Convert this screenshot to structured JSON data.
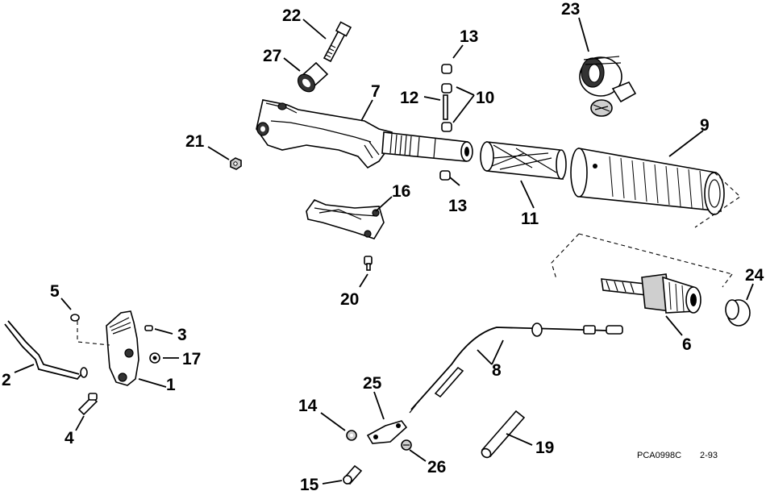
{
  "callouts": {
    "p1": "1",
    "p2": "2",
    "p3": "3",
    "p4": "4",
    "p5": "5",
    "p6": "6",
    "p7": "7",
    "p8": "8",
    "p9": "9",
    "p10": "10",
    "p11": "11",
    "p12": "12",
    "p13a": "13",
    "p13b": "13",
    "p14": "14",
    "p15": "15",
    "p16": "16",
    "p17": "17",
    "p19": "19",
    "p20": "20",
    "p21": "21",
    "p22": "22",
    "p23": "23",
    "p24": "24",
    "p25": "25",
    "p26": "26",
    "p27": "27"
  },
  "footer": {
    "code": "PCA0998C",
    "date": "2-93"
  }
}
